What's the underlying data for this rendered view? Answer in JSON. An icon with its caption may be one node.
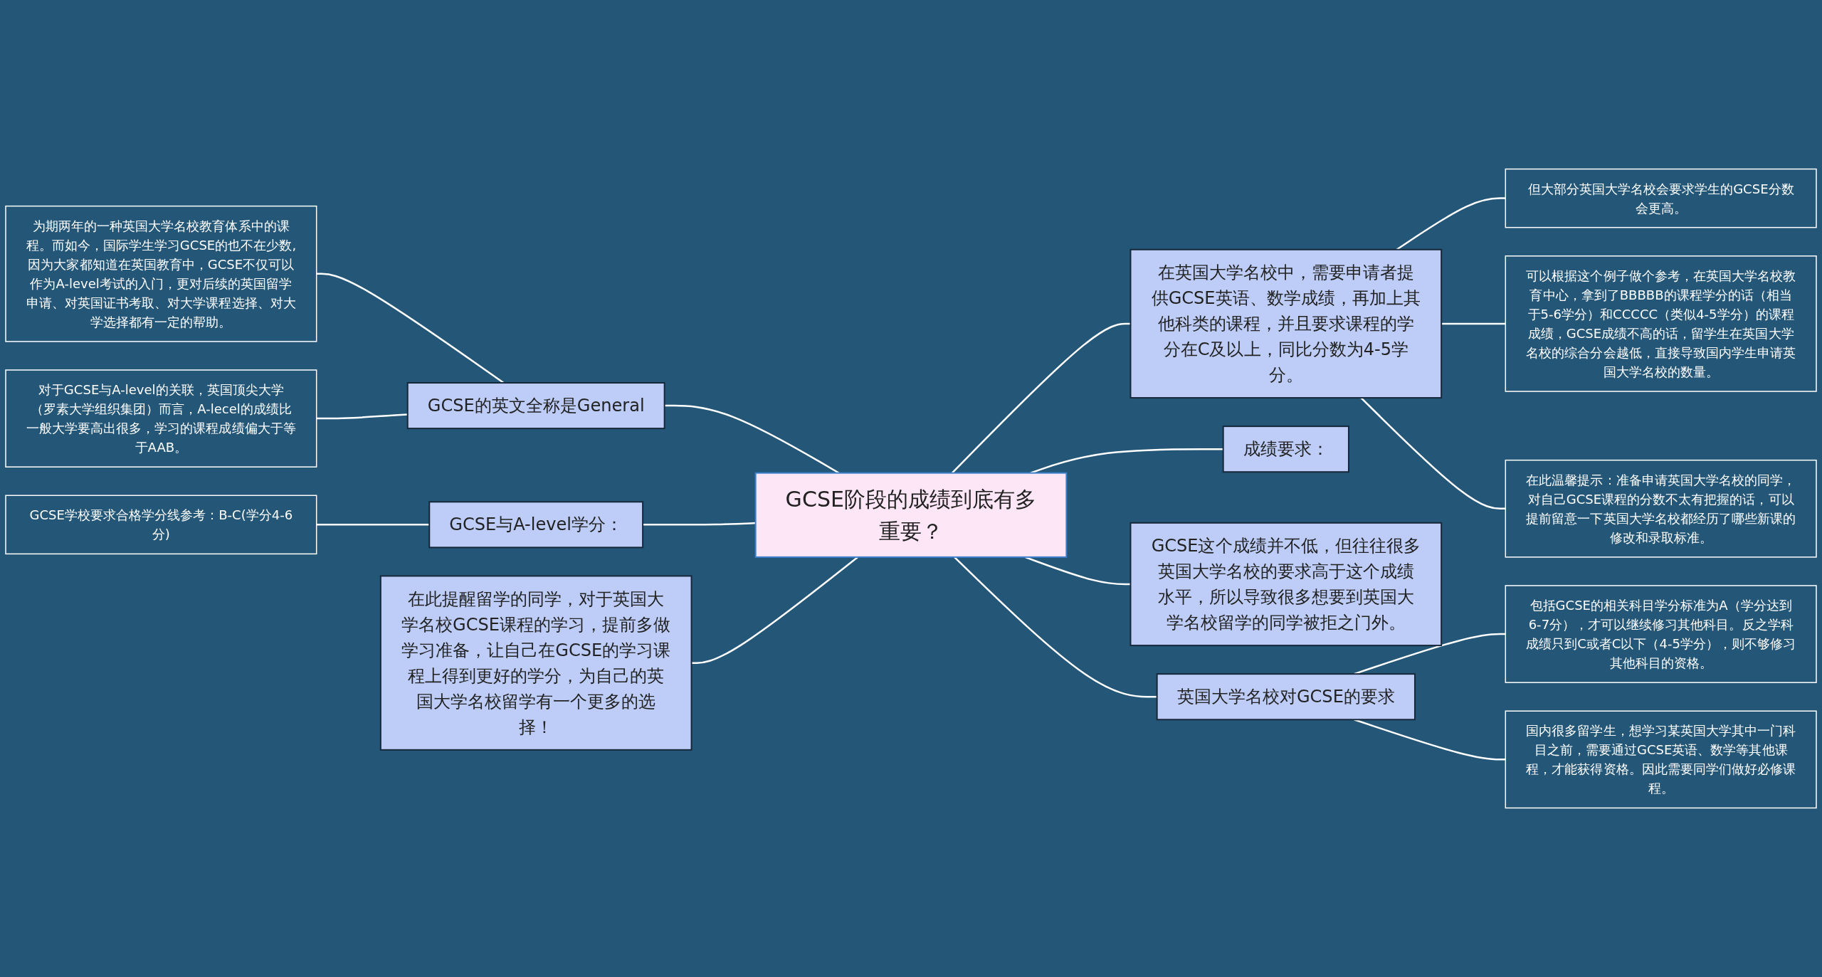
{
  "diagram": {
    "nodes": [
      {
        "text": [
          "GCSE阶段的成绩到底有多重要？"
        ]
      },
      {
        "text": [
          "在英国大学名校中，需要申请者提供GCSE英语、数学成绩，再加上其他科类的课程，并且要求课程的学分在C及以上，同比分数为4-5学分。"
        ]
      },
      {
        "text": [
          "但大部分英国大学名校会要求学生的GCSE分数会更高。"
        ]
      },
      {
        "text": [
          "可以根据这个例子做个参考，在英国大学名校教育中心，拿到了BBBBB的课程学分的话（相当于5-6学分）和CCCCC（类似4-5学分）的课程成绩，GCSE成绩不高的话，留学生在英国大学名校的综合分会越低，直接导致国内学生申请英国大学名校的数量。"
        ]
      },
      {
        "text": [
          "在此温馨提示：准备申请英国大学名校的同学，对自己GCSE课程的分数不太有把握的话，可以提前留意一下英国大学名校都经历了哪些新课的修改和录取标准。"
        ]
      },
      {
        "text": [
          "成绩要求："
        ]
      },
      {
        "text": [
          "GCSE这个成绩并不低，但往往很多英国大学名校的要求高于这个成绩水平，所以导致很多想要到英国大学名校留学的同学被拒之门外。"
        ]
      },
      {
        "text": [
          "英国大学名校对GCSE的要求"
        ]
      },
      {
        "text": [
          "包括GCSE的相关科目学分标准为A（学分达到6-7分），才可以继续修习其他科目。反之学科成绩只到C或者C以下（4-5学分），则不够修习其他科目的资格。"
        ]
      },
      {
        "text": [
          "国内很多留学生，想学习某英国大学其中一门科目之前，需要通过GCSE英语、数学等其他课程，才能获得资格。因此需要同学们做好必修课程。"
        ]
      },
      {
        "text": [
          "GCSE的英文全称是General"
        ]
      },
      {
        "text": [
          "为期两年的一种英国大学名校教育体系中的课程。而如今，国际学生学习GCSE的也不在少数,因为大家都知道在英国教育中，GCSE不仅可以作为A-level考试的入门，更对后续的英国留学申请、对英国证书考取、对大学课程选择、对大学选择都有一定的帮助。"
        ]
      },
      {
        "text": [
          "对于GCSE与A-level的关联，英国顶尖大学（罗素大学组织集团）而言，A-lecel的成绩比一般大学要高出很多，学习的课程成绩偏大于等于AAB。"
        ]
      },
      {
        "text": [
          "GCSE与A-level学分："
        ]
      },
      {
        "text": [
          "GCSE学校要求合格学分线参考：B-C(学分4-6分)"
        ]
      },
      {
        "text": [
          "在此提醒留学的同学，对于英国大学名校GCSE课程的学习，提前多做学习准备，让自己在GCSE的学习课程上得到更好的学分，为自己的英国大学名校留学有一个更多的选择！"
        ]
      }
    ],
    "edges": [
      {
        "from": 0,
        "to": 1,
        "arrow": "none"
      },
      {
        "from": 1,
        "to": 2,
        "arrow": "none"
      },
      {
        "from": 1,
        "to": 3,
        "arrow": "none"
      },
      {
        "from": 1,
        "to": 4,
        "arrow": "none"
      },
      {
        "from": 0,
        "to": 5,
        "arrow": "none"
      },
      {
        "from": 0,
        "to": 6,
        "arrow": "none"
      },
      {
        "from": 0,
        "to": 7,
        "arrow": "none"
      },
      {
        "from": 7,
        "to": 8,
        "arrow": "none"
      },
      {
        "from": 7,
        "to": 9,
        "arrow": "none"
      },
      {
        "from": 0,
        "to": 10,
        "arrow": "none"
      },
      {
        "from": 10,
        "to": 11,
        "arrow": "none"
      },
      {
        "from": 10,
        "to": 12,
        "arrow": "none"
      },
      {
        "from": 0,
        "to": 13,
        "arrow": "none"
      },
      {
        "from": 13,
        "to": 14,
        "arrow": "none"
      },
      {
        "from": 0,
        "to": 15,
        "arrow": "none"
      }
    ]
  }
}
